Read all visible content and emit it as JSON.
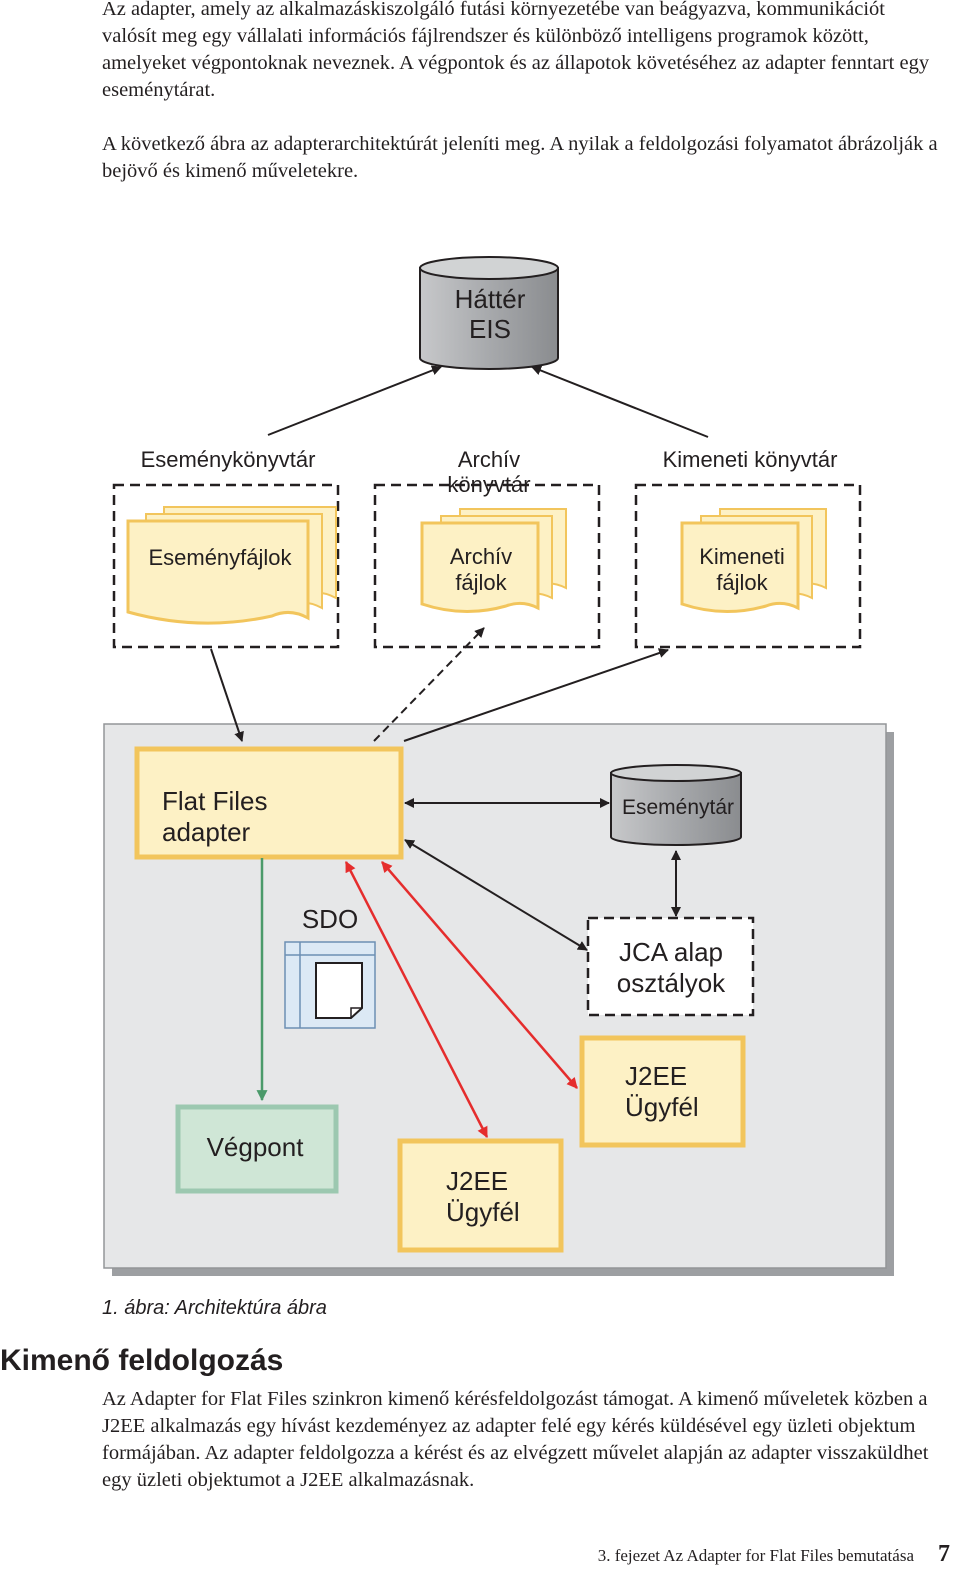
{
  "intro": {
    "paragraph1": "Az adapter, amely az alkalmazáskiszolgáló futási környezetébe van beágyazva, kommunikációt valósít meg egy vállalati információs fájlrendszer és különböző intelligens programok között, amelyeket végpontoknak neveznek. A végpontok és az állapotok követéséhez az adapter fenntart egy eseménytárat.",
    "paragraph2": "A következő ábra az adapterarchitektúrát jeleníti meg. A nyilak a feldolgozási folyamatot ábrázolják a bejövő és kimenő műveletekre."
  },
  "diagram": {
    "eis": [
      "Háttér",
      "EIS"
    ],
    "event_dir_label": "Eseménykönyvtár",
    "event_files_label": "Eseményfájlok",
    "archive_dir_label": [
      "Archív",
      "könyvtár"
    ],
    "archive_files_label": [
      "Archív",
      "fájlok"
    ],
    "output_dir_label": "Kimeneti könyvtár",
    "output_files_label": [
      "Kimeneti",
      "fájlok"
    ],
    "adapter_label": [
      "Flat Files",
      "adapter"
    ],
    "event_store_label": "Eseménytár",
    "sdo_label": "SDO",
    "jca_label": [
      "JCA alap",
      "osztályok"
    ],
    "j2ee_client_right": [
      "J2EE",
      "Ügyfél"
    ],
    "endpoint_label": "Végpont",
    "j2ee_client_bottom": [
      "J2EE",
      "Ügyfél"
    ],
    "colors": {
      "file_fill": "#fdf1c5",
      "file_edge": "#f2c55c",
      "endpoint_fill": "#cfe6d6",
      "endpoint_edge": "#9cc8b0",
      "cylinder_fill": "#a7a9ac",
      "panel_fill": "#e6e7e8",
      "red_arrow": "#e52d2d",
      "green_arrow": "#4b9a6a"
    }
  },
  "figure_caption": "1. ábra: Architektúra ábra",
  "section": {
    "title": "Kimenő feldolgozás",
    "paragraph": "Az Adapter for Flat Files szinkron kimenő kérésfeldolgozást támogat. A kimenő műveletek közben a J2EE alkalmazás egy hívást kezdeményez az adapter felé egy kérés küldésével egy üzleti objektum formájában. Az adapter feldolgozza a kérést és az elvégzett művelet alapján az adapter visszaküldhet egy üzleti objektumot a J2EE alkalmazásnak."
  },
  "footer": {
    "chapter": "3. fejezet Az Adapter for Flat Files bemutatása",
    "page_number": "7"
  }
}
